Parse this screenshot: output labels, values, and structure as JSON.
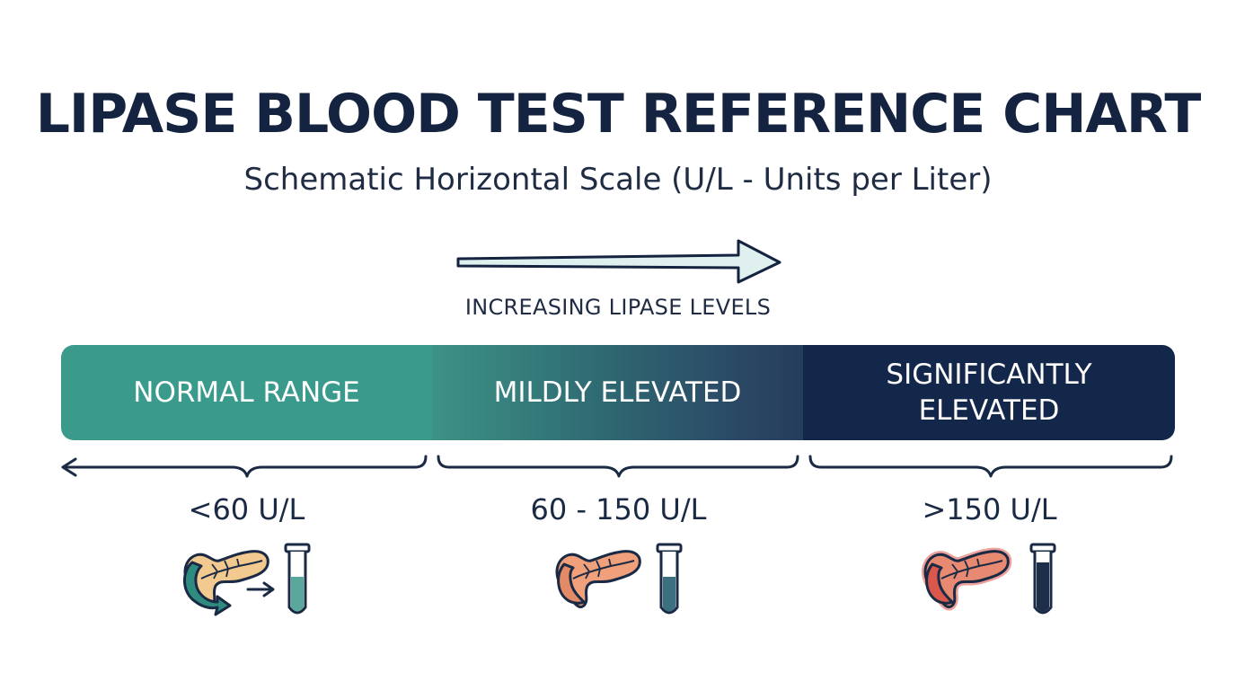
{
  "title": "LIPASE BLOOD TEST REFERENCE CHART",
  "subtitle": "Schematic Horizontal Scale (U/L - Units per Liter)",
  "direction_label": "INCREASING LIPASE LEVELS",
  "colors": {
    "normal": "#3a9a8c",
    "mild": "#2f6a72",
    "significant": "#13274a",
    "text": "#14233f"
  },
  "segments": [
    {
      "label": "NORMAL RANGE",
      "range": "<60 U/L",
      "tube_fill": 0.55,
      "pancreas_state": "normal"
    },
    {
      "label": "MILDLY ELEVATED",
      "range": "60 - 150 U/L",
      "tube_fill": 0.55,
      "pancreas_state": "mildly-inflamed"
    },
    {
      "label_line1": "SIGNIFICANTLY",
      "label_line2": "ELEVATED",
      "range": ">150 U/L",
      "tube_fill": 0.7,
      "pancreas_state": "inflamed"
    }
  ],
  "icons": [
    "pancreas-icon",
    "test-tube-icon",
    "arrow-right-icon",
    "arrow-left-icon"
  ]
}
